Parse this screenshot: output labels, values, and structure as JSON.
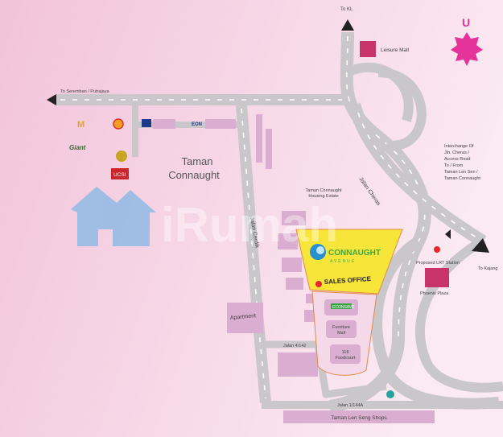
{
  "map": {
    "title": "Connaught Avenue location map",
    "watermark": "iRumah",
    "labels": {
      "to_kl": "To KL",
      "leisure_mall": "Leisure Mall",
      "to_seremban": "To Seremban / Putrajaya",
      "eon": "EON",
      "taman_connaught": [
        "Taman",
        "Connaught"
      ],
      "housing_estate": [
        "Taman Connaught",
        "Housing Estate"
      ],
      "jalan_cheras": "Jalan Cheras",
      "jalan_cerdik": "Jalan Cerdik",
      "interchange": [
        "Interchange Of",
        "Jln. Cheras /",
        "Access Road",
        "To / From",
        "Taman Len Sen /",
        "Taman Connaught"
      ],
      "lrt_station": "Proposed LRT Station",
      "to_kajang": "To Kajang",
      "phoenix_plaza": "Phoenix Plaza",
      "sales_office": "SALES OFFICE",
      "econsave": "ECONSAVE",
      "furniture_mall": [
        "Furniture",
        "Mall"
      ],
      "foodcourt": [
        "118",
        "Foodcourt"
      ],
      "apartment": "Apartment",
      "jalan_4_142": "Jalan 4/142",
      "jalan_1_144a": "Jalan 1/144A",
      "len_seng_shops": "Taman Len Seng Shops"
    },
    "logos": {
      "project": [
        "CONNAUGHT",
        "AVENUE"
      ],
      "mcdonalds": "M",
      "giant": "Giant",
      "ucsi": "UCSI",
      "u_logo": "U"
    },
    "colors": {
      "road": "#c9c7ca",
      "block": "#d9aed0",
      "site": "#f7e53a",
      "mall": "#c8346a",
      "arrow": "#222222"
    }
  }
}
